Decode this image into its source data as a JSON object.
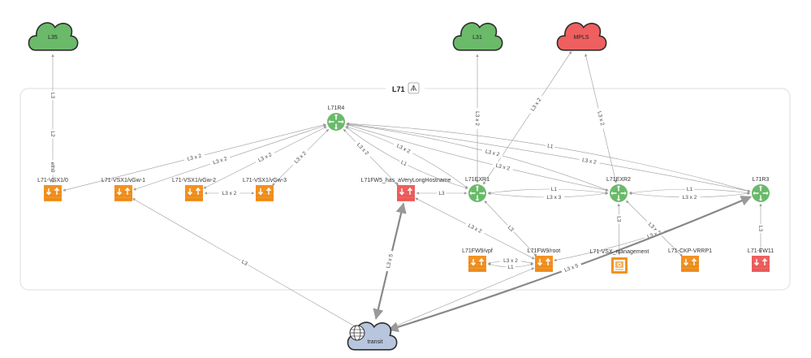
{
  "group": {
    "title": "L71"
  },
  "clouds": [
    {
      "id": "L35",
      "label": "L35",
      "status": "up"
    },
    {
      "id": "L31",
      "label": "L31",
      "status": "up"
    },
    {
      "id": "MPLS",
      "label": "MPLS",
      "status": "down"
    },
    {
      "id": "transit",
      "label": "transit",
      "status": "neutral"
    }
  ],
  "nodes": [
    {
      "id": "r4",
      "label": "L71R4",
      "kind": "router",
      "status": "up"
    },
    {
      "id": "vsx10",
      "label": "L71-VSX1/0",
      "kind": "firewall",
      "status": "warning"
    },
    {
      "id": "vgw1",
      "label": "L71-VSX1/vGw-1",
      "kind": "firewall",
      "status": "warning"
    },
    {
      "id": "vgw2",
      "label": "L71-VSX1/vGw-2",
      "kind": "firewall",
      "status": "warning"
    },
    {
      "id": "vgw3",
      "label": "L71-VSX1/vGw-3",
      "kind": "firewall",
      "status": "warning"
    },
    {
      "id": "fw5",
      "label": "L71FW5_has_aVeryLongHostname",
      "kind": "firewall",
      "status": "down"
    },
    {
      "id": "exr1",
      "label": "L71EXR1",
      "kind": "router",
      "status": "up"
    },
    {
      "id": "exr2",
      "label": "L71EXR2",
      "kind": "router",
      "status": "up"
    },
    {
      "id": "r3",
      "label": "L71R3",
      "kind": "router",
      "status": "up"
    },
    {
      "id": "fw9vpf",
      "label": "L71FW9/vpf",
      "kind": "firewall",
      "status": "warning"
    },
    {
      "id": "fw9root",
      "label": "L71FW9/root",
      "kind": "firewall",
      "status": "warning"
    },
    {
      "id": "vsxmgmt",
      "label": "L71-VSX_management",
      "kind": "server",
      "status": "warning"
    },
    {
      "id": "ckp",
      "label": "L71-CKP-VRRP1",
      "kind": "firewall",
      "status": "warning"
    },
    {
      "id": "fw11",
      "label": "L71-FW11",
      "kind": "firewall",
      "status": "down"
    }
  ],
  "edges": [
    {
      "from": "L35",
      "to": "vsx10",
      "labels": [
        "L3",
        "L2",
        "eth0"
      ]
    },
    {
      "from": "L31",
      "to": "exr1",
      "labels": [
        "L3 x 2"
      ]
    },
    {
      "from": "MPLS",
      "to": "exr1",
      "labels": [
        "L3 x 2"
      ]
    },
    {
      "from": "MPLS",
      "to": "exr2",
      "labels": [
        "L3 x 2"
      ]
    },
    {
      "from": "r4",
      "to": "vsx10",
      "labels": [
        "L3 x 2"
      ]
    },
    {
      "from": "r4",
      "to": "vgw1",
      "labels": [
        "L3 x 2"
      ]
    },
    {
      "from": "r4",
      "to": "vgw2",
      "labels": [
        "L3 x 2"
      ]
    },
    {
      "from": "r4",
      "to": "vgw3",
      "labels": [
        "L3 x 2"
      ]
    },
    {
      "from": "r4",
      "to": "fw5",
      "labels": [
        "L3 x 2"
      ]
    },
    {
      "from": "r4",
      "to": "exr1",
      "labels": [
        "L3 x 2"
      ]
    },
    {
      "from": "r4",
      "to": "exr2",
      "labels": [
        "L3 x 2"
      ]
    },
    {
      "from": "r4",
      "to": "r3",
      "labels": [
        "L1"
      ]
    },
    {
      "from": "r4",
      "to": "exr1",
      "labels": [
        "L1"
      ]
    },
    {
      "from": "r4",
      "to": "exr2",
      "labels": [
        "L3 x 2"
      ]
    },
    {
      "from": "r4",
      "to": "r3",
      "labels": [
        "L3 x 2"
      ]
    },
    {
      "from": "vgw2",
      "to": "vgw3",
      "labels": [
        "L3 x 2"
      ]
    },
    {
      "from": "fw5",
      "to": "exr1",
      "labels": [
        "L3"
      ]
    },
    {
      "from": "exr1",
      "to": "exr2",
      "labels": [
        "L1"
      ]
    },
    {
      "from": "exr1",
      "to": "exr2",
      "labels": [
        "L3 x 3"
      ]
    },
    {
      "from": "exr2",
      "to": "r3",
      "labels": [
        "L1"
      ]
    },
    {
      "from": "exr2",
      "to": "r3",
      "labels": [
        "L3 x 2"
      ]
    },
    {
      "from": "exr1",
      "to": "fw9root",
      "labels": [
        "L3"
      ]
    },
    {
      "from": "fw5",
      "to": "fw9root",
      "labels": [
        "L3 x 2"
      ]
    },
    {
      "from": "fw9vpf",
      "to": "fw9root",
      "labels": [
        "L3 x 2"
      ]
    },
    {
      "from": "fw9vpf",
      "to": "fw9root",
      "labels": [
        "L1"
      ]
    },
    {
      "from": "exr2",
      "to": "vsxmgmt",
      "labels": [
        "L3"
      ]
    },
    {
      "from": "exr2",
      "to": "ckp",
      "labels": [
        "L3 x 3"
      ]
    },
    {
      "from": "r3",
      "to": "fw11",
      "labels": [
        "L3"
      ]
    },
    {
      "from": "r3",
      "to": "fw9root",
      "labels": [
        "L3 x 2"
      ]
    },
    {
      "from": "vgw1",
      "to": "transit",
      "labels": [
        "L3"
      ]
    },
    {
      "from": "fw5",
      "to": "transit",
      "labels": [
        "L3 x 5"
      ]
    },
    {
      "from": "r3",
      "to": "transit",
      "labels": [
        "L3 x 5"
      ]
    },
    {
      "from": "fw9root",
      "to": "transit",
      "labels": []
    }
  ],
  "colors": {
    "up": "#6aba6a",
    "down": "#ef5f5f",
    "warning": "#f39221",
    "neutral": "#b7c6de",
    "edge": "#999999",
    "heavy_edge": "#888888",
    "group_border": "#dddddd"
  }
}
